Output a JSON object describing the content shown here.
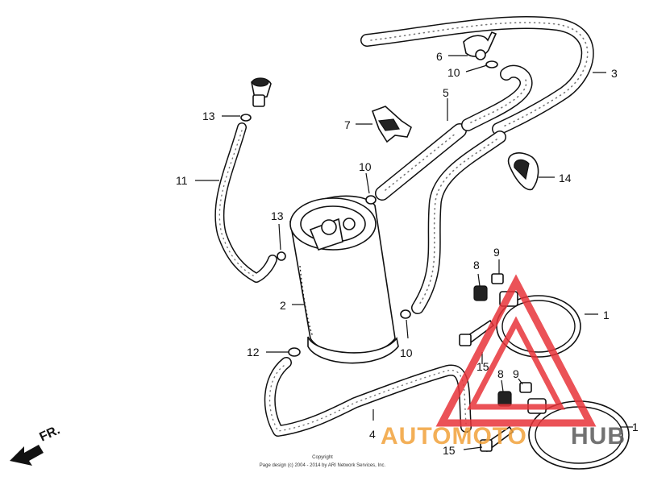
{
  "callouts": [
    {
      "id": "c1a",
      "label": "1"
    },
    {
      "id": "c1b",
      "label": "1"
    },
    {
      "id": "c2",
      "label": "2"
    },
    {
      "id": "c3",
      "label": "3"
    },
    {
      "id": "c4",
      "label": "4"
    },
    {
      "id": "c5",
      "label": "5"
    },
    {
      "id": "c6",
      "label": "6"
    },
    {
      "id": "c7",
      "label": "7"
    },
    {
      "id": "c8a",
      "label": "8"
    },
    {
      "id": "c8b",
      "label": "8"
    },
    {
      "id": "c9a",
      "label": "9"
    },
    {
      "id": "c9b",
      "label": "9"
    },
    {
      "id": "c10a",
      "label": "10"
    },
    {
      "id": "c10b",
      "label": "10"
    },
    {
      "id": "c10c",
      "label": "10"
    },
    {
      "id": "c11",
      "label": "11"
    },
    {
      "id": "c12",
      "label": "12"
    },
    {
      "id": "c13a",
      "label": "13"
    },
    {
      "id": "c13b",
      "label": "13"
    },
    {
      "id": "c14",
      "label": "14"
    },
    {
      "id": "c15a",
      "label": "15"
    },
    {
      "id": "c15b",
      "label": "15"
    }
  ],
  "direction_marker": "FR.",
  "copyright": {
    "line1": "Copyright",
    "line2": "Page design (c) 2004 - 2014 by ARI Network Services, Inc."
  },
  "watermark": {
    "part1": "AUTOMOTO",
    "part2": "HUB",
    "color_primary": "#f2a23a",
    "color_secondary": "#5a5a5a",
    "color_triangle": "#e8343a"
  }
}
